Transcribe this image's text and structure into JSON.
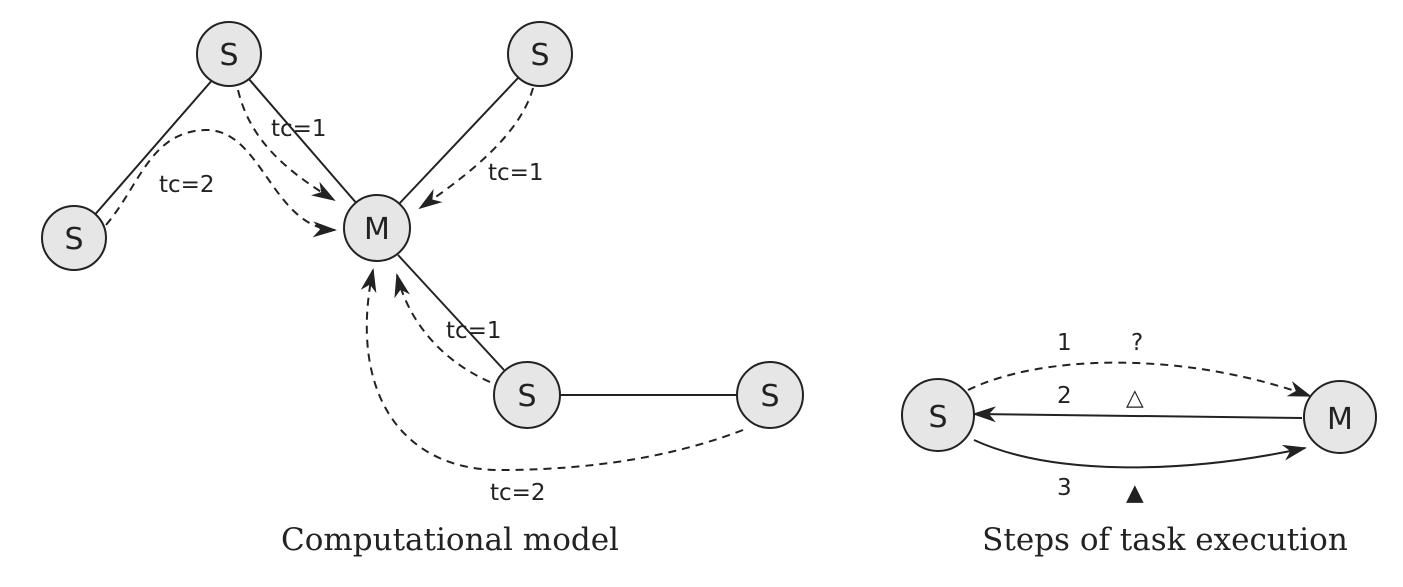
{
  "computational_model": {
    "caption": "Computational model",
    "nodes": {
      "master": "M",
      "slave_top_left": "S",
      "slave_left": "S",
      "slave_top_right": "S",
      "slave_bottom": "S",
      "slave_bottom_right": "S"
    },
    "labels": {
      "tc_top_left": "tc=1",
      "tc_left": "tc=2",
      "tc_top_right": "tc=1",
      "tc_bottom": "tc=1",
      "tc_far": "tc=2"
    }
  },
  "task_execution": {
    "caption": "Steps of task execution",
    "nodes": {
      "slave": "S",
      "master": "M"
    },
    "steps": [
      {
        "number": "1",
        "symbol": "?"
      },
      {
        "number": "2",
        "symbol": "△"
      },
      {
        "number": "3",
        "symbol": "▲"
      }
    ]
  }
}
